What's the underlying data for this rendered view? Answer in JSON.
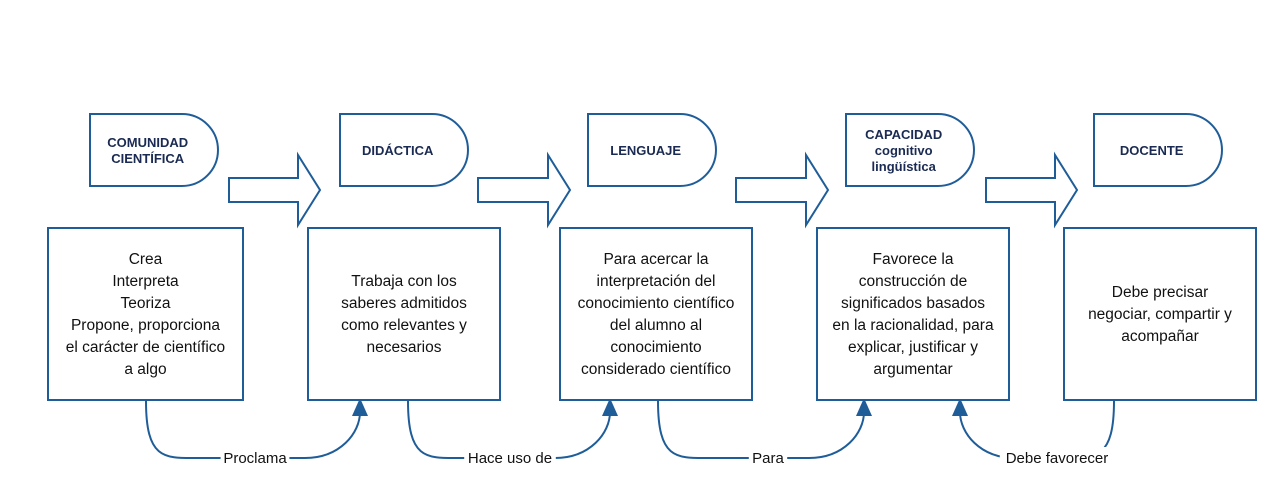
{
  "nodes": [
    {
      "id": "comunidad",
      "title_lines": [
        "COMUNIDAD",
        "CIENTÍFICA"
      ],
      "box_lines": [
        "Crea",
        "Interpreta",
        "Teoriza",
        "Propone, proporciona",
        "el carácter de científico",
        "a algo"
      ]
    },
    {
      "id": "didactica",
      "title_lines": [
        "DIDÁCTICA"
      ],
      "box_lines": [
        "Trabaja con los",
        "saberes admitidos",
        "como relevantes y",
        "necesarios"
      ]
    },
    {
      "id": "lenguaje",
      "title_lines": [
        "LENGUAJE"
      ],
      "box_lines": [
        "Para acercar la",
        "interpretación del",
        "conocimiento científico",
        "del alumno al",
        "conocimiento",
        "considerado científico"
      ]
    },
    {
      "id": "capacidad",
      "title_lines": [
        "CAPACIDAD",
        "cognitivo",
        "lingüística"
      ],
      "box_lines": [
        "Favorece la",
        "construcción de",
        "significados basados",
        "en la racionalidad, para",
        "explicar, justificar y",
        "argumentar"
      ]
    },
    {
      "id": "docente",
      "title_lines": [
        "DOCENTE"
      ],
      "box_lines": [
        "Debe precisar",
        "negociar, compartir y",
        "acompañar"
      ]
    }
  ],
  "connectors": [
    {
      "label": "Proclama",
      "direction": "forward"
    },
    {
      "label": "Hace uso de",
      "direction": "forward"
    },
    {
      "label": "Para",
      "direction": "forward"
    },
    {
      "label": "Debe favorecer",
      "direction": "backward"
    }
  ],
  "colors": {
    "stroke": "#1f5d99",
    "title_text": "#1a2a52",
    "body_text": "#111111"
  }
}
